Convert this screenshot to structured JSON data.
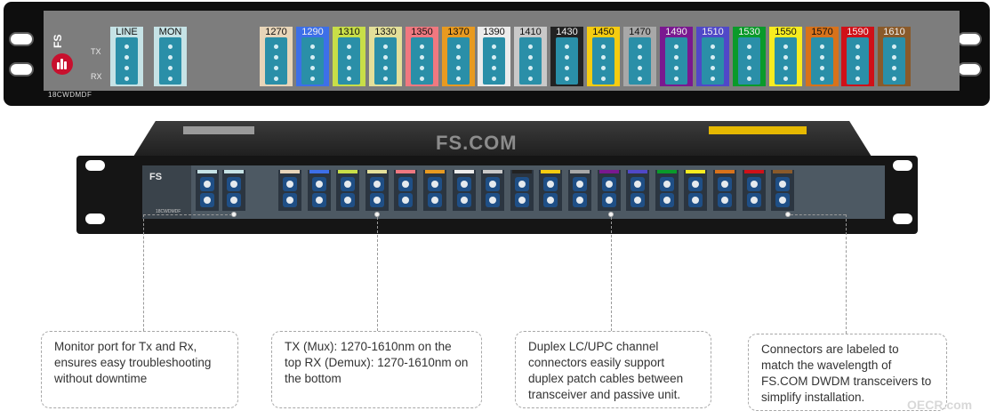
{
  "panel": {
    "brand": "FS",
    "model": "18CWDMDF",
    "tx_label": "TX",
    "rx_label": "RX",
    "line_port": {
      "label": "LINE",
      "color": "#c6e3e6"
    },
    "mon_port": {
      "label": "MON",
      "color": "#c6e3e6"
    },
    "channels": [
      {
        "label": "1270",
        "color": "#e8d5b9"
      },
      {
        "label": "1290",
        "color": "#3d6fe8"
      },
      {
        "label": "1310",
        "color": "#c8de48"
      },
      {
        "label": "1330",
        "color": "#e4e09a"
      },
      {
        "label": "1350",
        "color": "#f07880"
      },
      {
        "label": "1370",
        "color": "#e89a20"
      },
      {
        "label": "1390",
        "color": "#ececec"
      },
      {
        "label": "1410",
        "color": "#c9c9c9"
      },
      {
        "label": "1430",
        "color": "#222222"
      },
      {
        "label": "1450",
        "color": "#f6cc10"
      },
      {
        "label": "1470",
        "color": "#a8a8a8"
      },
      {
        "label": "1490",
        "color": "#7a1890"
      },
      {
        "label": "1510",
        "color": "#5048c8"
      },
      {
        "label": "1530",
        "color": "#0a9a2a"
      },
      {
        "label": "1550",
        "color": "#f8ec20"
      },
      {
        "label": "1570",
        "color": "#d8721a"
      },
      {
        "label": "1590",
        "color": "#d01018"
      },
      {
        "label": "1610",
        "color": "#8a5a2a"
      }
    ]
  },
  "chassis": {
    "brand": "FS",
    "model": "18CWDMDF",
    "watermark": "FS.COM"
  },
  "callouts": [
    {
      "text": "Monitor port for Tx and Rx, ensures easy troubleshooting without downtime"
    },
    {
      "text": "TX (Mux): 1270-1610nm on the top RX (Demux): 1270-1610nm on the bottom"
    },
    {
      "text": "Duplex LC/UPC channel connectors easily support duplex patch cables between transceiver and passive unit."
    },
    {
      "text": "Connectors are labeled to match the wavelength of FS.COM DWDM transceivers to simplify installation."
    }
  ],
  "site_mark": "OECR.com"
}
